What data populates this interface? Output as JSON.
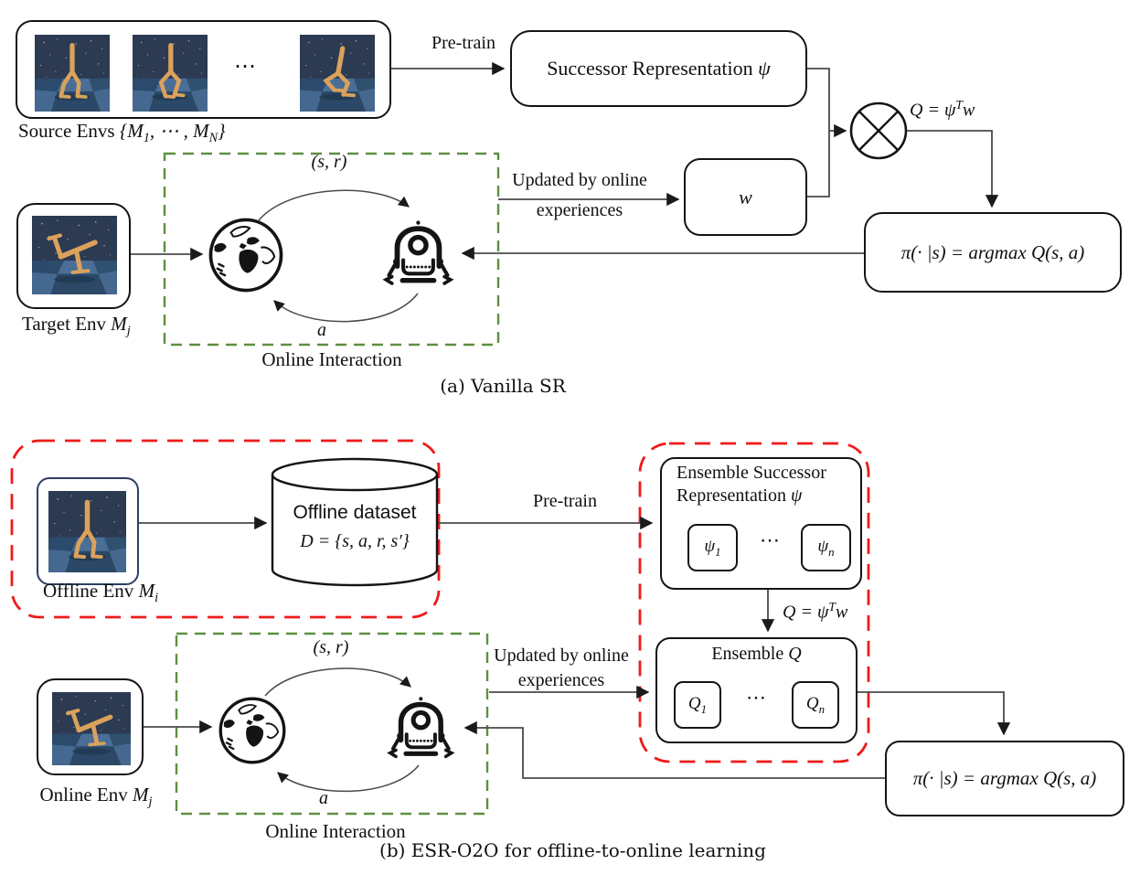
{
  "panel_a": {
    "source_label": [
      "Source Envs ",
      "{M",
      "1",
      ", ⋯ , M",
      "N",
      "}"
    ],
    "source_dots": "⋯",
    "pretrain": "Pre-train",
    "sr_box": [
      "Successor Representation ",
      "ψ"
    ],
    "q_formula": [
      "Q = ψ",
      "T",
      "w"
    ],
    "w_box": "w",
    "updated_label": [
      "Updated by online",
      "experiences"
    ],
    "interaction": {
      "state_reward": "(s, r)",
      "action": "a",
      "label": "Online Interaction"
    },
    "target_label": [
      "Target Env ",
      "M",
      "j"
    ],
    "pi_formula": "π(· |s) = argmax Q(s, a)",
    "caption": "(a) Vanilla SR"
  },
  "panel_b": {
    "offline_label": [
      "Offline Env ",
      "M",
      "i"
    ],
    "dataset_title": "Offline dataset",
    "dataset_formula": "D = {s, a, r, s′}",
    "pretrain": "Pre-train",
    "esr_box": {
      "title_line1": "Ensemble Successor",
      "title_line2": [
        "Representation ",
        "ψ"
      ],
      "psi_1": [
        "ψ",
        "1"
      ],
      "psi_n": [
        "ψ",
        "n"
      ],
      "dots": "⋯"
    },
    "q_formula": [
      "Q = ψ",
      "T",
      "w"
    ],
    "ensemble_q_box": {
      "title": [
        "Ensemble ",
        "Q"
      ],
      "q_1": [
        "Q",
        "1"
      ],
      "q_n": [
        "Q",
        "n"
      ],
      "dots": "⋯"
    },
    "updated_label": [
      "Updated by online",
      "experiences"
    ],
    "interaction": {
      "state_reward": "(s, r)",
      "action": "a",
      "label": "Online Interaction"
    },
    "online_label": [
      "Online Env ",
      "M",
      "j"
    ],
    "pi_formula": "π(· |s) = argmax Q(s, a)",
    "caption": "(b) ESR-O2O for offline-to-online learning"
  },
  "colors": {
    "green_dash": "#5e8f41",
    "red_dash": "#ef1a1a",
    "navy_border": "#2d3f63",
    "walker_orange": "#dba25c",
    "line": "#4a4a4a"
  }
}
